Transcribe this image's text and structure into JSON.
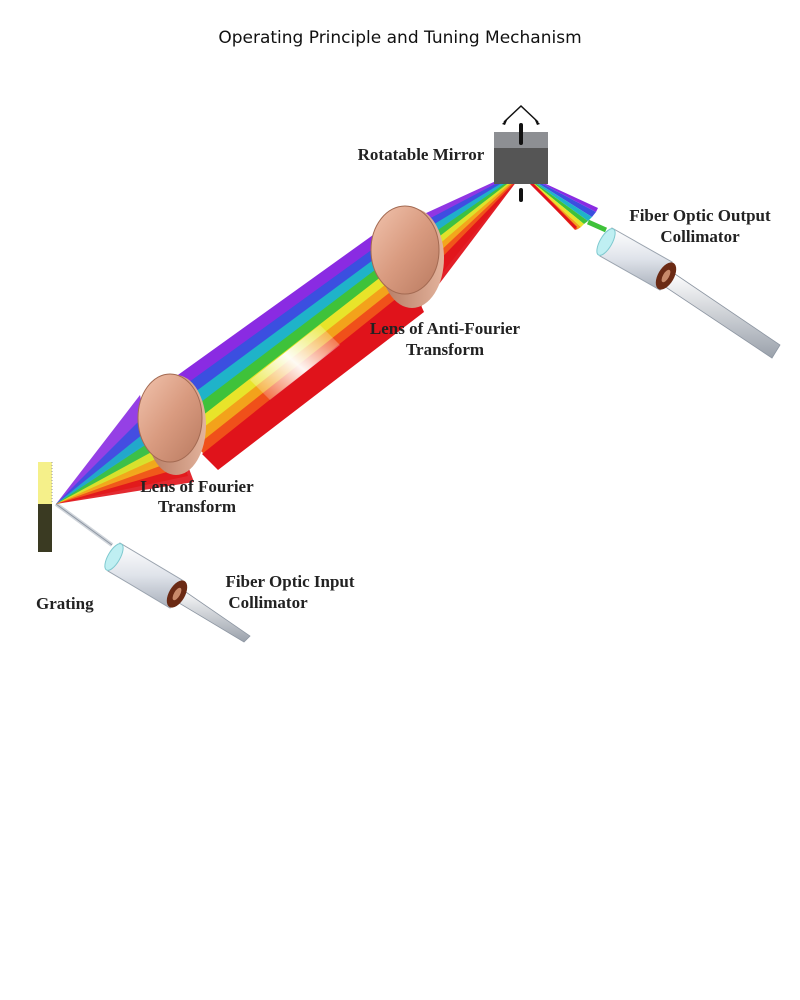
{
  "title": "Operating Principle and Tuning Mechanism",
  "labels": {
    "rotatable_mirror": "Rotatable Mirror",
    "output_collimator": [
      "Fiber Optic Output",
      "Collimator"
    ],
    "anti_fourier_lens": [
      "Lens of Anti-Fourier",
      "Transform"
    ],
    "fourier_lens": [
      "Lens of Fourier",
      "Transform"
    ],
    "input_collimator": [
      "Fiber Optic Input",
      "Collimator"
    ],
    "grating": "Grating"
  },
  "colors": {
    "spectrum": [
      "#e0131b",
      "#f0501a",
      "#f3a21b",
      "#e8e42a",
      "#3fc23a",
      "#1fb3c9",
      "#3b4fe0",
      "#8a2be2"
    ],
    "lens": "#d9a088",
    "mirror": "#555555",
    "collimator_body": "#e6e9ee",
    "collimator_ring": "#6b2a14",
    "grating_top": "#f5f08a",
    "grating_bottom": "#3a3a22"
  }
}
